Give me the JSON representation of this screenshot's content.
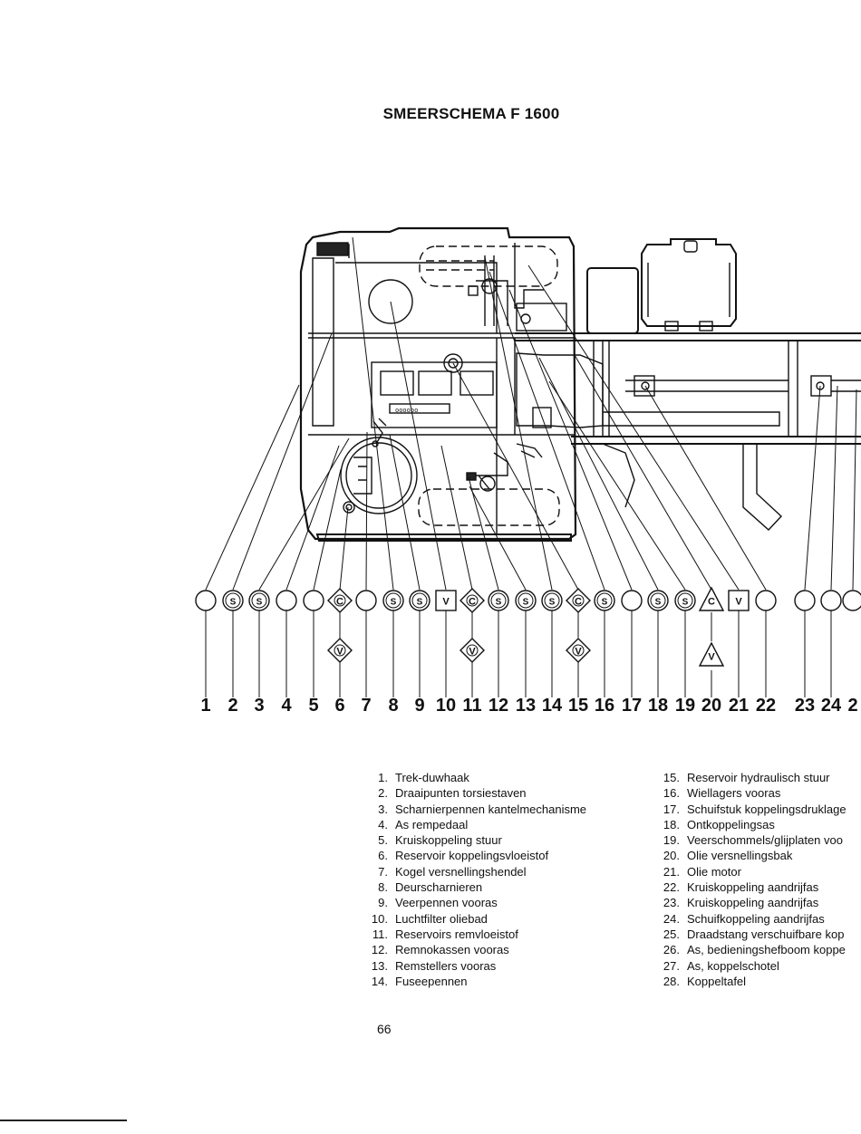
{
  "title": "SMEERSCHEMA F 1600",
  "page_number": "66",
  "symbols": {
    "S": "S",
    "V": "V",
    "C": "C"
  },
  "callout_numbers": [
    "1",
    "2",
    "3",
    "4",
    "5",
    "6",
    "7",
    "8",
    "9",
    "10",
    "11",
    "12",
    "13",
    "14",
    "15",
    "16",
    "17",
    "18",
    "19",
    "20",
    "21",
    "22",
    "23",
    "24",
    "2"
  ],
  "callout_symbols": [
    "",
    "S",
    "S",
    "",
    "",
    "C",
    "",
    "S",
    "S",
    "V",
    "C",
    "S",
    "S",
    "S",
    "C",
    "S",
    "",
    "S",
    "S",
    "C",
    "V",
    "",
    "",
    "",
    ""
  ],
  "callout_secondary_symbols": [
    "",
    "",
    "",
    "",
    "",
    "V",
    "",
    "",
    "",
    "",
    "V",
    "",
    "",
    "",
    "V",
    "",
    "",
    "",
    "",
    "V",
    "",
    "",
    "",
    "",
    ""
  ],
  "panel_label": "oooooo",
  "legend_left": [
    {
      "num": "1.",
      "text": "Trek-duwhaak"
    },
    {
      "num": "2.",
      "text": "Draaipunten torsiestaven"
    },
    {
      "num": "3.",
      "text": "Scharnierpennen kantelmechanisme"
    },
    {
      "num": "4.",
      "text": "As rempedaal"
    },
    {
      "num": "5.",
      "text": "Kruiskoppeling stuur"
    },
    {
      "num": "6.",
      "text": "Reservoir koppelingsvloeistof"
    },
    {
      "num": "7.",
      "text": "Kogel versnellingshendel"
    },
    {
      "num": "8.",
      "text": "Deurscharnieren"
    },
    {
      "num": "9.",
      "text": "Veerpennen vooras"
    },
    {
      "num": "10.",
      "text": "Luchtfilter oliebad"
    },
    {
      "num": "11.",
      "text": "Reservoirs remvloeistof"
    },
    {
      "num": "12.",
      "text": "Remnokassen vooras"
    },
    {
      "num": "13.",
      "text": "Remstellers vooras"
    },
    {
      "num": "14.",
      "text": "Fuseepennen"
    }
  ],
  "legend_right": [
    {
      "num": "15.",
      "text": "Reservoir hydraulisch stuur"
    },
    {
      "num": "16.",
      "text": "Wiellagers vooras"
    },
    {
      "num": "17.",
      "text": "Schuifstuk koppelingsdruklage"
    },
    {
      "num": "18.",
      "text": "Ontkoppelingsas"
    },
    {
      "num": "19.",
      "text": "Veerschommels/glijplaten voo"
    },
    {
      "num": "20.",
      "text": "Olie versnellingsbak"
    },
    {
      "num": "21.",
      "text": "Olie motor"
    },
    {
      "num": "22.",
      "text": "Kruiskoppeling aandrijfas"
    },
    {
      "num": "23.",
      "text": "Kruiskoppeling aandrijfas"
    },
    {
      "num": "24.",
      "text": "Schuifkoppeling aandrijfas"
    },
    {
      "num": "25.",
      "text": "Draadstang verschuifbare kop"
    },
    {
      "num": "26.",
      "text": "As, bedieningshefboom koppe"
    },
    {
      "num": "27.",
      "text": "As, koppelschotel"
    },
    {
      "num": "28.",
      "text": "Koppeltafel"
    }
  ]
}
